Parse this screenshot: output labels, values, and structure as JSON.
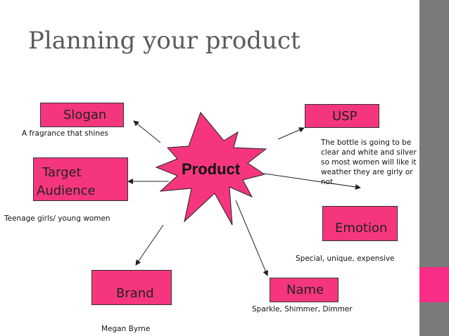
{
  "title": "Planning your product",
  "center": "Product",
  "slogan": {
    "label": "Slogan",
    "note": "A fragrance that shines"
  },
  "usp": {
    "label": "USP",
    "note": "The bottle is going to be clear and white and silver so most women will like it weather they are girly or not."
  },
  "target": {
    "label_line1": "Target",
    "label_line2": "Audience",
    "note": "Teenage girls/ young women"
  },
  "emotion": {
    "label": "Emotion",
    "note": "Special, unique, expensive"
  },
  "brand": {
    "label": "Brand",
    "note": "Megan Byrne"
  },
  "name": {
    "label": "Name",
    "note": "Sparkle, Shimmer, Dimmer"
  },
  "colors": {
    "box": "#f5367f",
    "sidebar": "#7b7b7b",
    "accent": "#f72d86",
    "title": "#5a5a5a"
  }
}
